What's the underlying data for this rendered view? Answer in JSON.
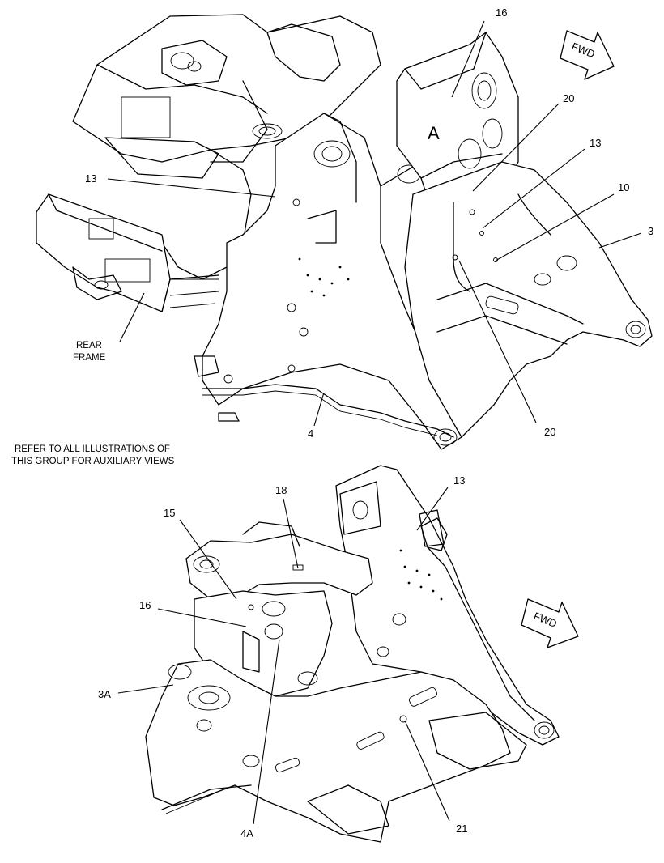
{
  "callouts": {
    "upper": {
      "c16": "16",
      "c20a": "20",
      "c13a": "13",
      "c10": "10",
      "c3": "3",
      "c13b": "13",
      "c20b": "20",
      "c4": "4"
    },
    "lower": {
      "c18": "18",
      "c13": "13",
      "c15": "15",
      "c16": "16",
      "c3A": "3A",
      "c4A": "4A",
      "c21": "21"
    }
  },
  "labels": {
    "view_a": "A",
    "rear_frame_line1": "REAR",
    "rear_frame_line2": "FRAME",
    "refer_line1": "REFER TO ALL ILLUSTRATIONS OF",
    "refer_line2": "THIS GROUP FOR AUXILIARY VIEWS",
    "fwd_upper": "FWD",
    "fwd_lower": "FWD"
  }
}
